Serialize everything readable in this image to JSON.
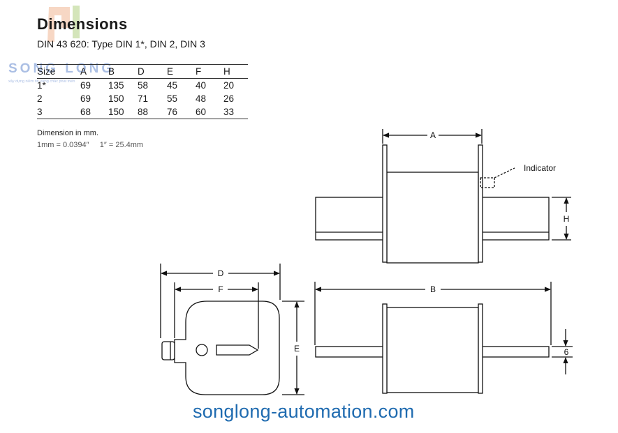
{
  "header": {
    "title": "Dimensions",
    "subtitle": "DIN 43 620: Type DIN 1*, DIN 2, DIN 3"
  },
  "watermark": {
    "brand": "SONG LONG",
    "tagline": "xây dựng niềm tin vững chắc phát triển",
    "color": "#9db4e0"
  },
  "table": {
    "columns": [
      "Size",
      "A",
      "B",
      "D",
      "E",
      "F",
      "H"
    ],
    "rows": [
      [
        "1*",
        "69",
        "135",
        "58",
        "45",
        "40",
        "20"
      ],
      [
        "2",
        "69",
        "150",
        "71",
        "55",
        "48",
        "26"
      ],
      [
        "3",
        "68",
        "150",
        "88",
        "76",
        "60",
        "33"
      ]
    ]
  },
  "notes": {
    "unit": "Dimension in mm.",
    "conversion": "1mm = 0.0394″     1″ = 25.4mm"
  },
  "diagram": {
    "labels": {
      "A": "A",
      "B": "B",
      "D": "D",
      "E": "E",
      "F": "F",
      "H": "H",
      "six": "6",
      "indicator": "Indicator"
    }
  },
  "footer": {
    "url": "songlong-automation.com",
    "url_color": "#1f6bb0"
  }
}
